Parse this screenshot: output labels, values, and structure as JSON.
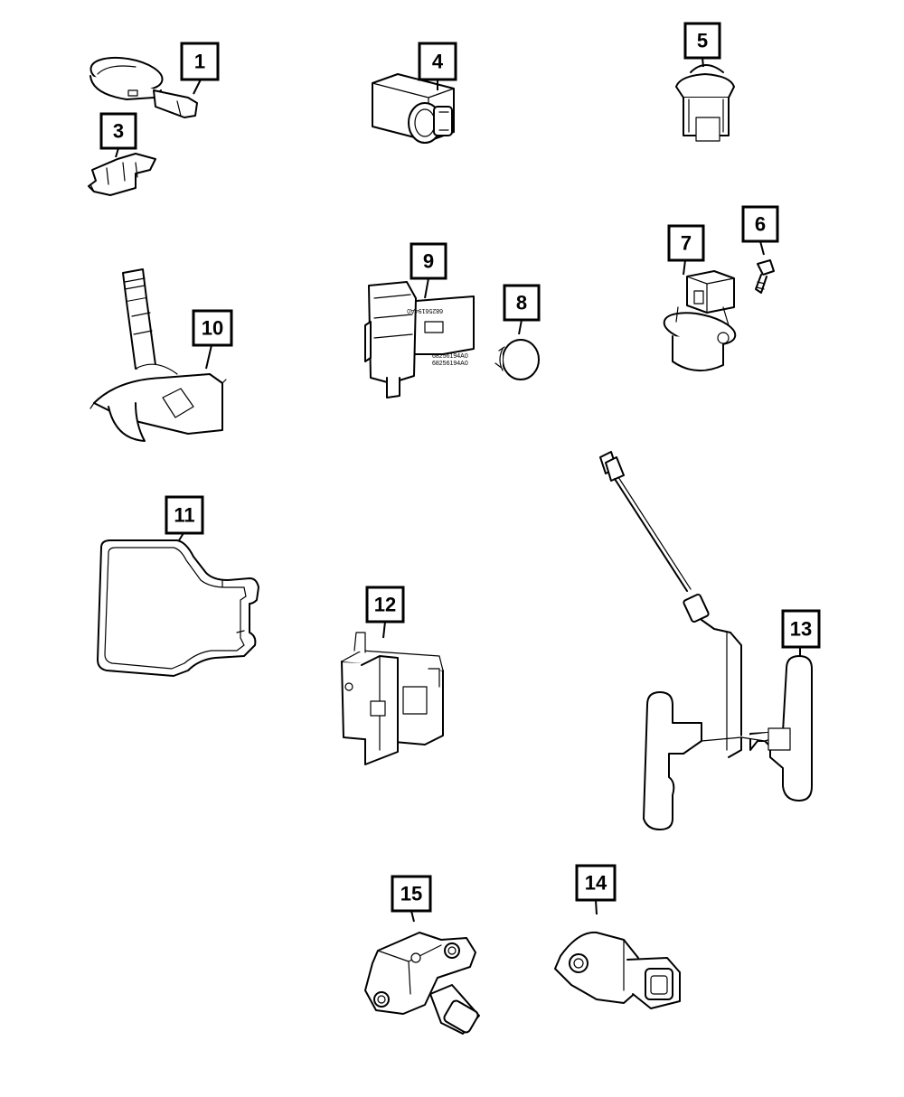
{
  "callouts": [
    {
      "id": "1",
      "label": "1"
    },
    {
      "id": "3",
      "label": "3"
    },
    {
      "id": "4",
      "label": "4"
    },
    {
      "id": "5",
      "label": "5"
    },
    {
      "id": "6",
      "label": "6"
    },
    {
      "id": "7",
      "label": "7"
    },
    {
      "id": "8",
      "label": "8"
    },
    {
      "id": "9",
      "label": "9"
    },
    {
      "id": "10",
      "label": "10"
    },
    {
      "id": "11",
      "label": "11"
    },
    {
      "id": "12",
      "label": "12"
    },
    {
      "id": "13",
      "label": "13"
    },
    {
      "id": "14",
      "label": "14"
    },
    {
      "id": "15",
      "label": "15"
    }
  ],
  "part_markings": {
    "part9_line1": "68256194A0",
    "part9_line2": "68256194A0"
  },
  "colors": {
    "line": "#000000",
    "background": "#ffffff"
  }
}
